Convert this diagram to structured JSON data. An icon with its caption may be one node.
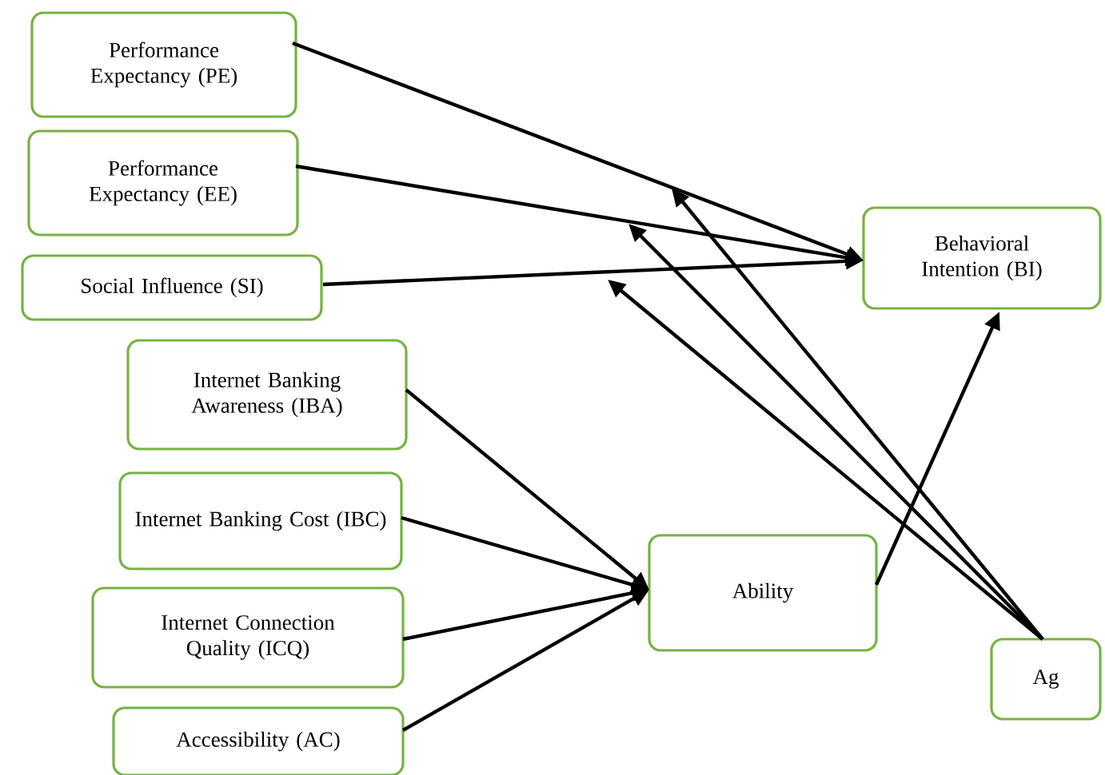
{
  "diagram": {
    "nodes": [
      {
        "text": [
          "Performance Expectancy (PE)"
        ]
      },
      {
        "text": [
          "Performance Expectancy (EE)"
        ]
      },
      {
        "text": [
          "Social Influence (SI)"
        ]
      },
      {
        "text": [
          "Behavioral Intention (BI)"
        ]
      },
      {
        "text": [
          "Internet Banking Awareness (IBA)"
        ]
      },
      {
        "text": [
          "Internet Banking Cost (IBC)"
        ]
      },
      {
        "text": [
          "Ability"
        ]
      },
      {
        "text": [
          "Internet Connection Quality (ICQ)"
        ]
      },
      {
        "text": [
          "Accessibility (AC)"
        ]
      },
      {
        "text": [
          "Ag"
        ]
      }
    ],
    "edges": [
      {
        "from": 0,
        "to": 3,
        "arrow": "to"
      },
      {
        "from": 1,
        "to": 3,
        "arrow": "to"
      },
      {
        "from": 2,
        "to": 3,
        "arrow": "to"
      },
      {
        "from": 6,
        "to": 3,
        "arrow": "to"
      },
      {
        "from": 4,
        "to": 6,
        "arrow": "to"
      },
      {
        "from": 5,
        "to": 6,
        "arrow": "to"
      },
      {
        "from": 7,
        "to": 6,
        "arrow": "to"
      },
      {
        "from": 8,
        "to": 6,
        "arrow": "to"
      },
      {
        "from": 9,
        "to": null,
        "arrow": "to"
      },
      {
        "from": 9,
        "to": null,
        "arrow": "to"
      },
      {
        "from": 9,
        "to": null,
        "arrow": "to"
      }
    ]
  }
}
